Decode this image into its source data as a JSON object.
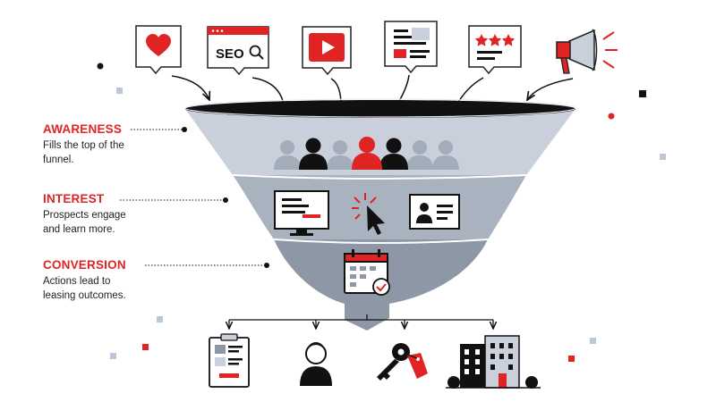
{
  "stages": [
    {
      "title": "AWARENESS",
      "description": "Fills the top of the funnel."
    },
    {
      "title": "INTEREST",
      "description": "Prospects engage and learn more."
    },
    {
      "title": "CONVERSION",
      "description": "Actions lead to leasing outcomes."
    }
  ],
  "sources": {
    "seo_label": "SEO",
    "icons": [
      "heart-icon",
      "seo-search-icon",
      "video-play-icon",
      "article-icon",
      "star-rating-icon",
      "megaphone-icon"
    ]
  },
  "outcomes": {
    "icons": [
      "application-form-icon",
      "resident-icon",
      "key-icon",
      "building-icon"
    ]
  },
  "colors": {
    "accent": "#e02424",
    "dark": "#111111",
    "funnel_top": "#c9d0db",
    "funnel_middle": "#a9b2bf",
    "funnel_bottom": "#8d97a5",
    "person_grey": "#a3adb9"
  }
}
